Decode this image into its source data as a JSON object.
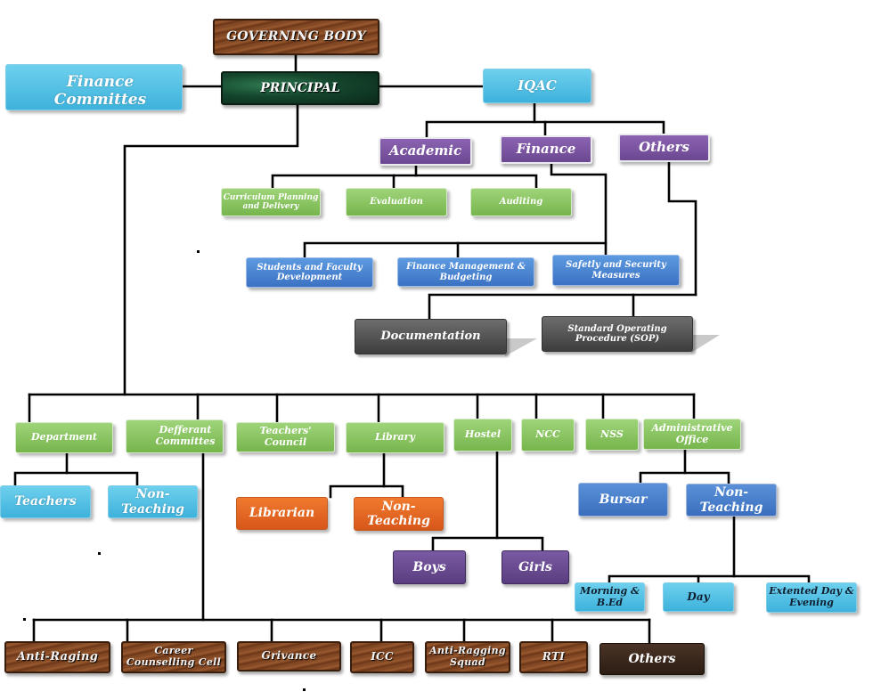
{
  "top": {
    "governing_body": "GOVERNING BODY",
    "principal": "PRINCIPAL",
    "finance_committee": "Finance Committes",
    "iqac": "IQAC"
  },
  "iqac_branches": {
    "academic": "Academic",
    "finance": "Finance",
    "others": "Others"
  },
  "academic_items": {
    "curriculum": "Curriculum Planning and Delivery",
    "evaluation": "Evaluation",
    "auditing": "Auditing"
  },
  "finance_items": {
    "students_faculty": "Students and Faculty Development",
    "finance_management": "Finance Management & Budgeting",
    "safety": "Safetly and Security Measures"
  },
  "others_items": {
    "documentation": "Documentation",
    "sop": "Standard Operating Procedure (SOP)"
  },
  "units": {
    "department": "Department",
    "committees": "Defferant Committes",
    "teachers_council": "Teachers' Council",
    "library": "Library",
    "hostel": "Hostel",
    "ncc": "NCC",
    "nss": "NSS",
    "admin_office": "Administrative Office"
  },
  "department_children": {
    "teachers": "Teachers",
    "non_teaching": "Non-Teaching"
  },
  "library_children": {
    "librarian": "Librarian",
    "non_teaching": "Non-Teaching"
  },
  "hostel_children": {
    "boys": "Boys",
    "girls": "Girls"
  },
  "admin_children": {
    "bursar": "Bursar",
    "non_teaching": "Non-Teaching"
  },
  "shifts": {
    "morning": "Morning & B.Ed",
    "day": "Day",
    "extended": "Extented Day & Evening"
  },
  "committees": [
    "Anti-Raging",
    "Career Counselling Cell",
    "Grivance",
    "ICC",
    "Anti-Ragging Squad",
    "RTI",
    "Others"
  ]
}
